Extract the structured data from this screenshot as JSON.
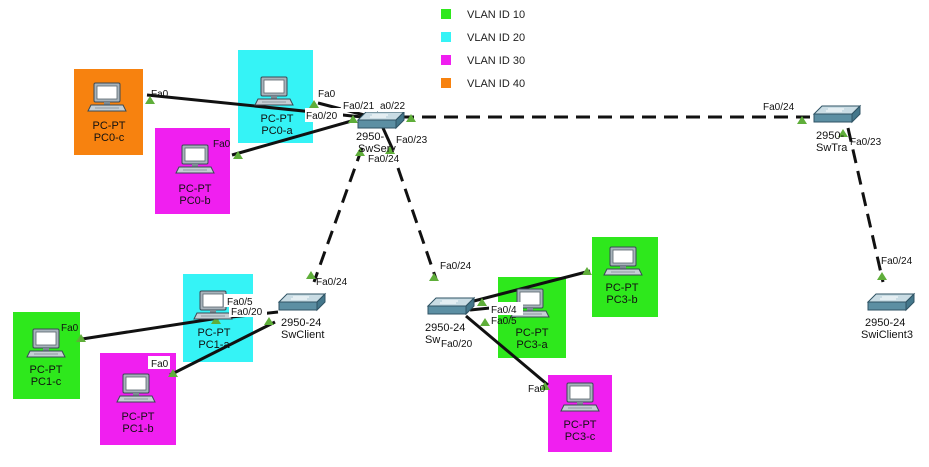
{
  "colors": {
    "vlan10": "#2ee81c",
    "vlan20": "#35f3f6",
    "vlan30": "#f01ff0",
    "vlan40": "#f7820f"
  },
  "legend": [
    {
      "label": "VLAN ID 10",
      "color": "#2ee81c"
    },
    {
      "label": "VLAN ID 20",
      "color": "#35f3f6"
    },
    {
      "label": "VLAN ID 30",
      "color": "#f01ff0"
    },
    {
      "label": "VLAN ID 40",
      "color": "#f7820f"
    }
  ],
  "pcs": {
    "pc0c": {
      "model": "PC-PT",
      "name": "PC0-c",
      "port": "Fa0",
      "vlan_color": "#f7820f"
    },
    "pc0a": {
      "model": "PC-PT",
      "name": "PC0-a",
      "port": "Fa0",
      "vlan_color": "#35f3f6"
    },
    "pc0b": {
      "model": "PC-PT",
      "name": "PC0-b",
      "port": "Fa0",
      "vlan_color": "#f01ff0"
    },
    "pc1c": {
      "model": "PC-PT",
      "name": "PC1-c",
      "port": "Fa0",
      "vlan_color": "#2ee81c"
    },
    "pc1a": {
      "model": "PC-PT",
      "name": "PC1-a",
      "port": "",
      "vlan_color": "#35f3f6"
    },
    "pc1b": {
      "model": "PC-PT",
      "name": "PC1-b",
      "port": "Fa0",
      "vlan_color": "#f01ff0"
    },
    "pc3a": {
      "model": "PC-PT",
      "name": "PC3-a",
      "port": "",
      "vlan_color": "#2ee81c"
    },
    "pc3b": {
      "model": "PC-PT",
      "name": "PC3-b",
      "port": "",
      "vlan_color": "#2ee81c"
    },
    "pc3c": {
      "model": "PC-PT",
      "name": "PC3-c",
      "port": "Fa0",
      "vlan_color": "#f01ff0"
    }
  },
  "switches": {
    "swserver": {
      "model": "2950-",
      "name": "SwServ",
      "ports": [
        "Fa0/21",
        "a0/22",
        "Fa0/20",
        "Fa0/23",
        "Fa0/24"
      ]
    },
    "swtrans": {
      "model": "2950-",
      "name": "SwTra",
      "ports": [
        "Fa0/24",
        "Fa0/23"
      ]
    },
    "swclient": {
      "model": "2950-24",
      "name": "SwClient",
      "ports": [
        "Fa0/24",
        "Fa0/5",
        "Fa0/20"
      ]
    },
    "swclient2": {
      "model": "2950-24",
      "name": "Sw",
      "ports": [
        "Fa0/24",
        "Fa0/4",
        "Fa0/5",
        "Fa0/20"
      ]
    },
    "swclient3": {
      "model": "2950-24",
      "name": "SwiClient3",
      "ports": [
        "Fa0/24"
      ]
    }
  }
}
